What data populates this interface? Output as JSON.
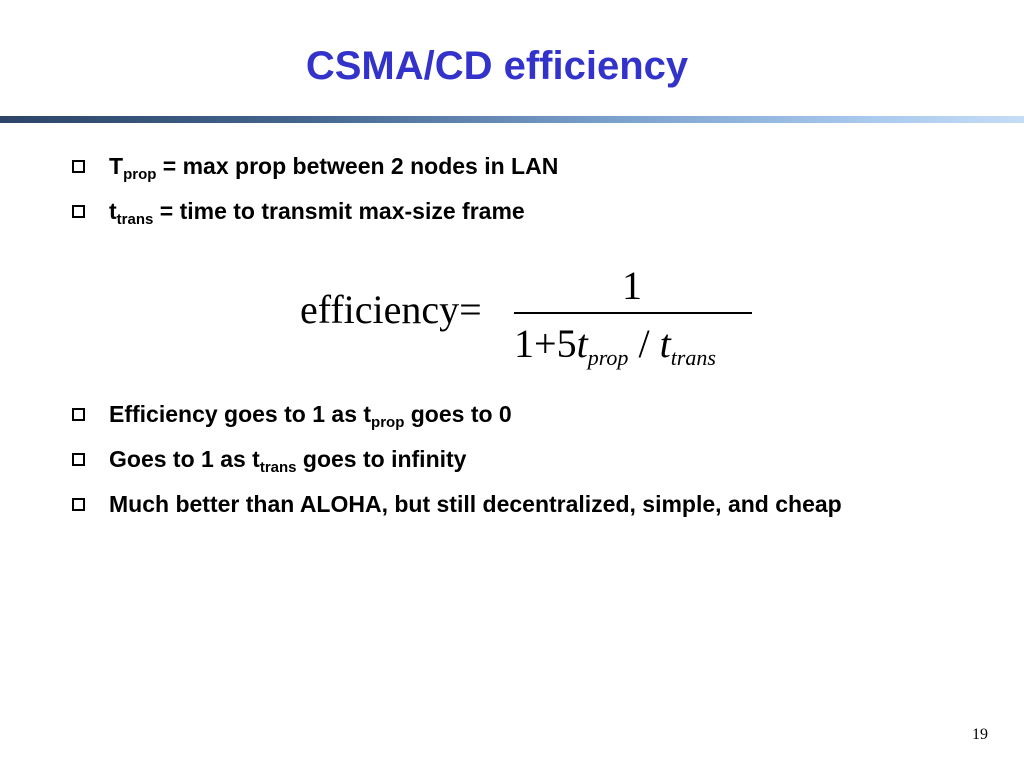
{
  "title": "CSMA/CD efficiency",
  "bullets_top": [
    {
      "main": "T",
      "sub": "prop",
      "rest": " = max prop between 2 nodes in LAN"
    },
    {
      "main": "t",
      "sub": "trans",
      "rest": " = time to transmit max-size frame"
    }
  ],
  "formula": {
    "lhs": "efficiency",
    "eq": "=",
    "numerator": "1",
    "den_one": "1",
    "den_plus": "+",
    "den_five": "5",
    "den_t1": "t",
    "den_sub1": "prop",
    "den_slash": "/",
    "den_t2": "t",
    "den_sub2": "trans"
  },
  "bullets_bottom": [
    {
      "pre": "Efficiency goes to 1 as t",
      "sub": "prop",
      "post": " goes to 0"
    },
    {
      "pre": "Goes to 1 as t",
      "sub": "trans",
      "post": " goes to infinity"
    },
    {
      "text": "Much better than ALOHA, but still decentralized, simple, and cheap"
    }
  ],
  "page_number": "19",
  "colors": {
    "title": "#3333cc",
    "rule_dark": "#2d4468",
    "rule_light": "#c6dcf6"
  }
}
